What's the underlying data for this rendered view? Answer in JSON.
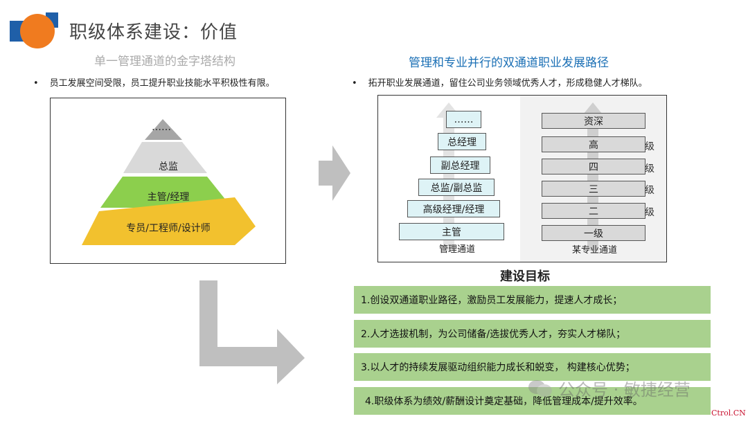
{
  "header": {
    "title": "职级体系建设：价值",
    "subtitle_left": "单一管理通道的金字塔结构",
    "subtitle_right": "管理和专业并行的双通道职业发展路径"
  },
  "left": {
    "bullet": "员工发展空间受限，员工提升职业技能水平积极性有限。",
    "pyramid": [
      "……",
      "总监",
      "主管/经理",
      "专员/工程师/设计师"
    ]
  },
  "right": {
    "bullet": "拓开职业发展通道，留住公司业务领域优秀人才，形成稳健人才梯队。",
    "management_steps": [
      "……",
      "总经理",
      "副总经理",
      "总监/副总监",
      "高级经理/经理",
      "主管"
    ],
    "management_label": "管理通道",
    "professional_levels": [
      "资深",
      "高",
      "四",
      "三",
      "二",
      "一级"
    ],
    "level_suffix": "级",
    "professional_label": "某专业通道"
  },
  "goals": {
    "heading": "建设目标",
    "items": [
      "1.创设双通道职业路径，激励员工发展能力，提速人才成长；",
      "2.人才选拔机制，为公司储备/选拔优秀人才，夯实人才梯队；",
      "3.以人才的持续发展驱动组织能力成长和蜕变， 构建核心优势；",
      "4.职级体系为绩效/薪酬设计奠定基础，降低管理成本/提升效率。"
    ]
  },
  "watermark": "公众号 · 敏捷经营",
  "credit": "Ctrol.CN",
  "colors": {
    "logo_blue": "#1f5fa8",
    "logo_orange": "#f07b1f",
    "pyramid_top": "#a6a6a6",
    "pyramid_mid": "#d9d9d9",
    "pyramid_green": "#8ccf4d",
    "pyramid_yellow": "#f2c12e",
    "goal_green": "#a9d18e",
    "subtitle_blue": "#1a6fb5"
  }
}
